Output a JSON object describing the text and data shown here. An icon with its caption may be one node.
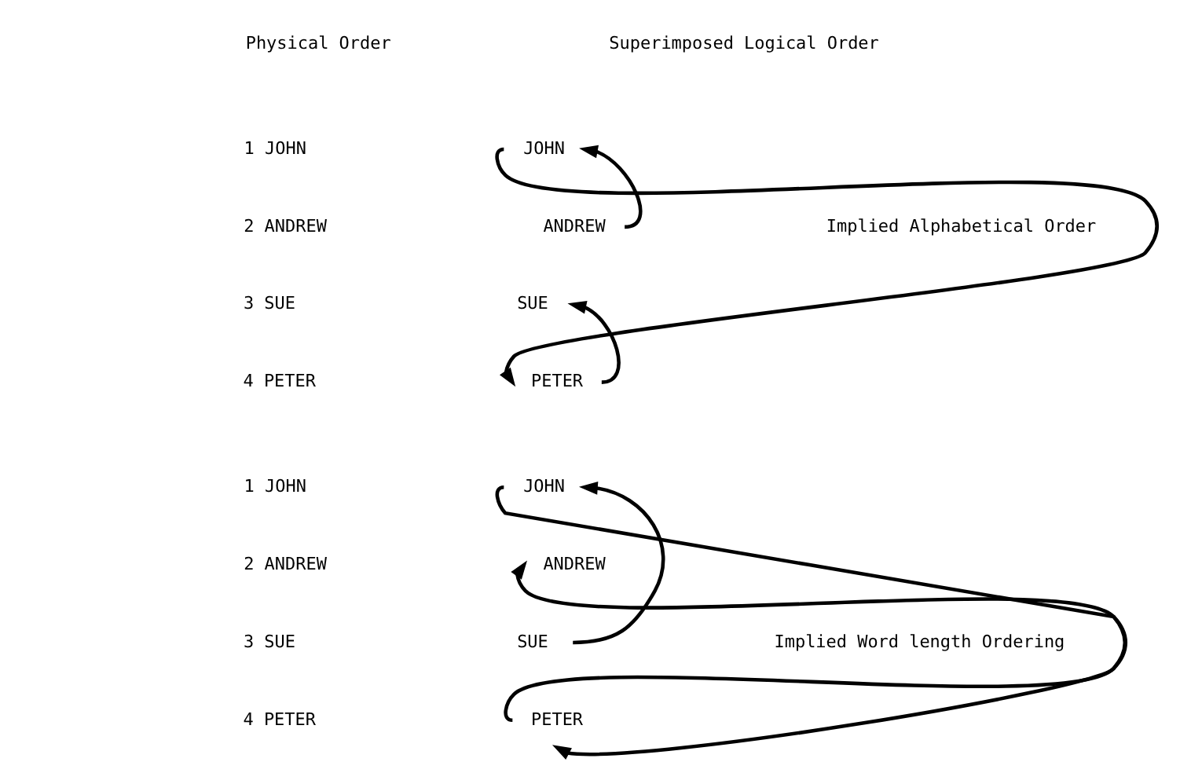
{
  "diagram": {
    "nodes": [
      {
        "text": [
          "JOHN"
        ]
      },
      {
        "text": [
          "ANDREW"
        ]
      },
      {
        "text": [
          "SUE"
        ]
      },
      {
        "text": [
          "PETER"
        ]
      },
      {
        "text": [
          "JOHN"
        ]
      },
      {
        "text": [
          "ANDREW"
        ]
      },
      {
        "text": [
          "SUE"
        ]
      },
      {
        "text": [
          "PETER"
        ]
      }
    ],
    "edges": [
      {
        "from": 1,
        "to": 0,
        "arrow": "to"
      },
      {
        "from": 0,
        "to": 3,
        "arrow": "to"
      },
      {
        "from": 3,
        "to": 2,
        "arrow": "to"
      },
      {
        "from": 6,
        "to": 4,
        "arrow": "to"
      },
      {
        "from": 4,
        "to": 7,
        "arrow": "to"
      },
      {
        "from": 7,
        "to": 5,
        "arrow": "to"
      }
    ],
    "labels": [
      "Physical Order",
      "Superimposed Logical Order",
      "1 JOHN",
      "2 ANDREW",
      "Implied Alphabetical Order",
      "3 SUE",
      "4 PETER",
      "1 JOHN",
      "2 ANDREW",
      "3 SUE",
      "Implied Word length Ordering",
      "4 PETER"
    ]
  }
}
